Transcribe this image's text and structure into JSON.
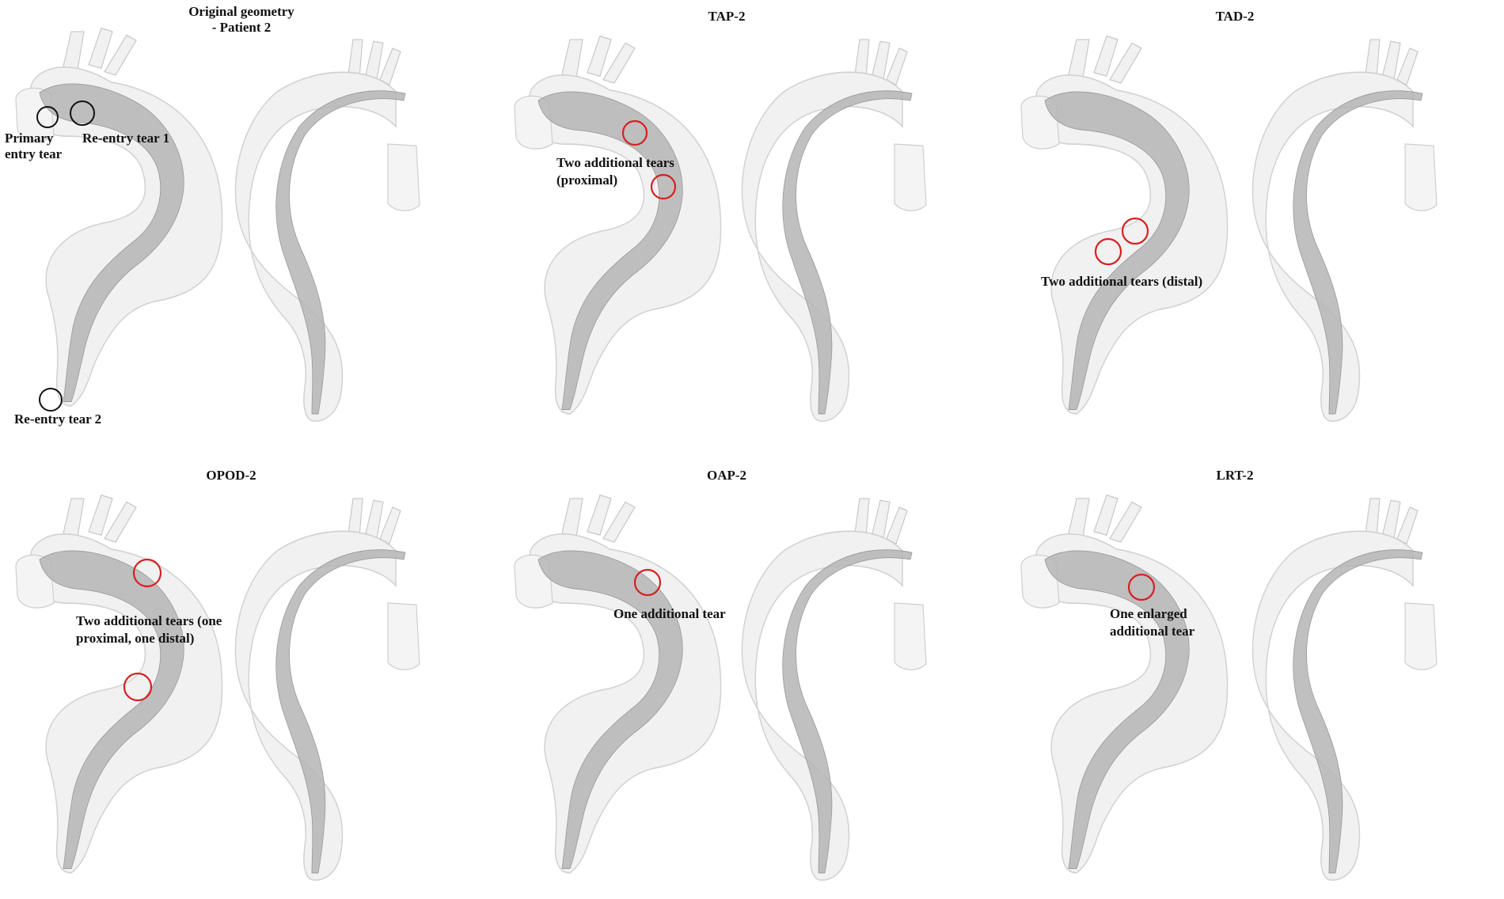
{
  "colors": {
    "outer_fill": "#f1f1f1",
    "outer_stroke": "#d2d2d2",
    "lumen_fill": "#b2b2b2",
    "marker_black": "#111111",
    "marker_red": "#d62020"
  },
  "panels": {
    "original": {
      "title_line1": "Original geometry",
      "title_line2": "- Patient 2",
      "labels": {
        "primary_line1": "Primary",
        "primary_line2": "entry tear",
        "reentry1": "Re-entry tear 1",
        "reentry2": "Re-entry tear 2"
      }
    },
    "tap": {
      "title": "TAP-2",
      "label_line1": "Two additional tears",
      "label_line2": "(proximal)"
    },
    "tad": {
      "title": "TAD-2",
      "label_line1": "Two additional tears (distal)"
    },
    "opod": {
      "title": "OPOD-2",
      "label_line1": "Two additional tears (one",
      "label_line2": "proximal, one distal)"
    },
    "oap": {
      "title": "OAP-2",
      "label_line1": "One additional tear"
    },
    "lrt": {
      "title": "LRT-2",
      "label_line1": "One enlarged",
      "label_line2": "additional tear"
    }
  }
}
